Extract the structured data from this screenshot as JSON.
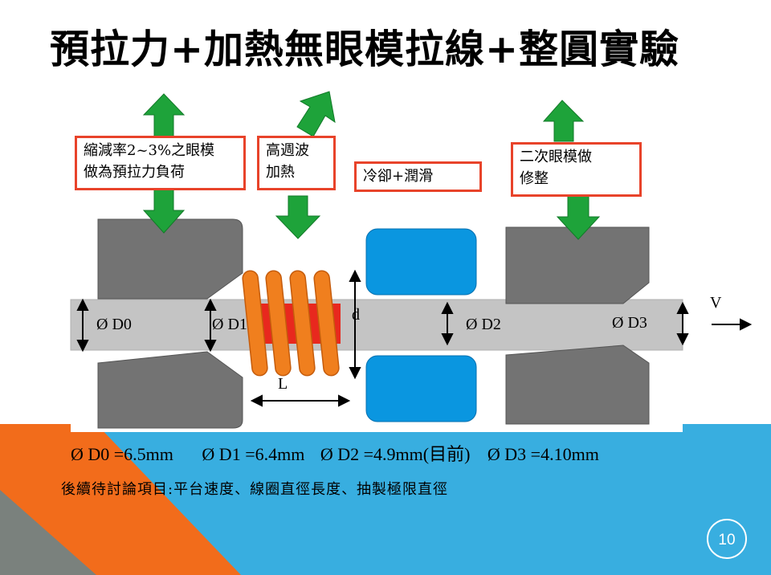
{
  "title": "預拉力+加熱無眼模拉線+整圓實驗",
  "boxes": {
    "predraw": "縮減率2~3%之眼模\n做為預拉力負荷",
    "heating": "高週波\n加熱",
    "cooling": "冷卻+潤滑",
    "sizing": "二次眼模做\n修整"
  },
  "labels": {
    "d0": "Ø D0",
    "d1": "Ø D1",
    "d2": "Ø D2",
    "d3": "Ø D3",
    "d": "d",
    "L": "L",
    "V": "V"
  },
  "specs": {
    "d0": "Ø D0 =6.5mm",
    "d1": "Ø D1 =6.4mm",
    "d2": "Ø D2 =4.9mm(目前)",
    "d3": "Ø D3 =4.10mm"
  },
  "note": "後續待討論項目:平台速度、線圈直徑長度、抽製極限直徑",
  "page_number": "10",
  "colors": {
    "label_border": "#e8432a",
    "arrow_green": "#1ea33a",
    "die_gray": "#737373",
    "wire_gray": "#c4c4c4",
    "coil_orange": "#f07f1e",
    "heat_zone_red": "#e8281e",
    "cooler_blue": "#0a96e0",
    "footer_orange": "#f26c1b",
    "footer_blue": "#38aee0"
  }
}
